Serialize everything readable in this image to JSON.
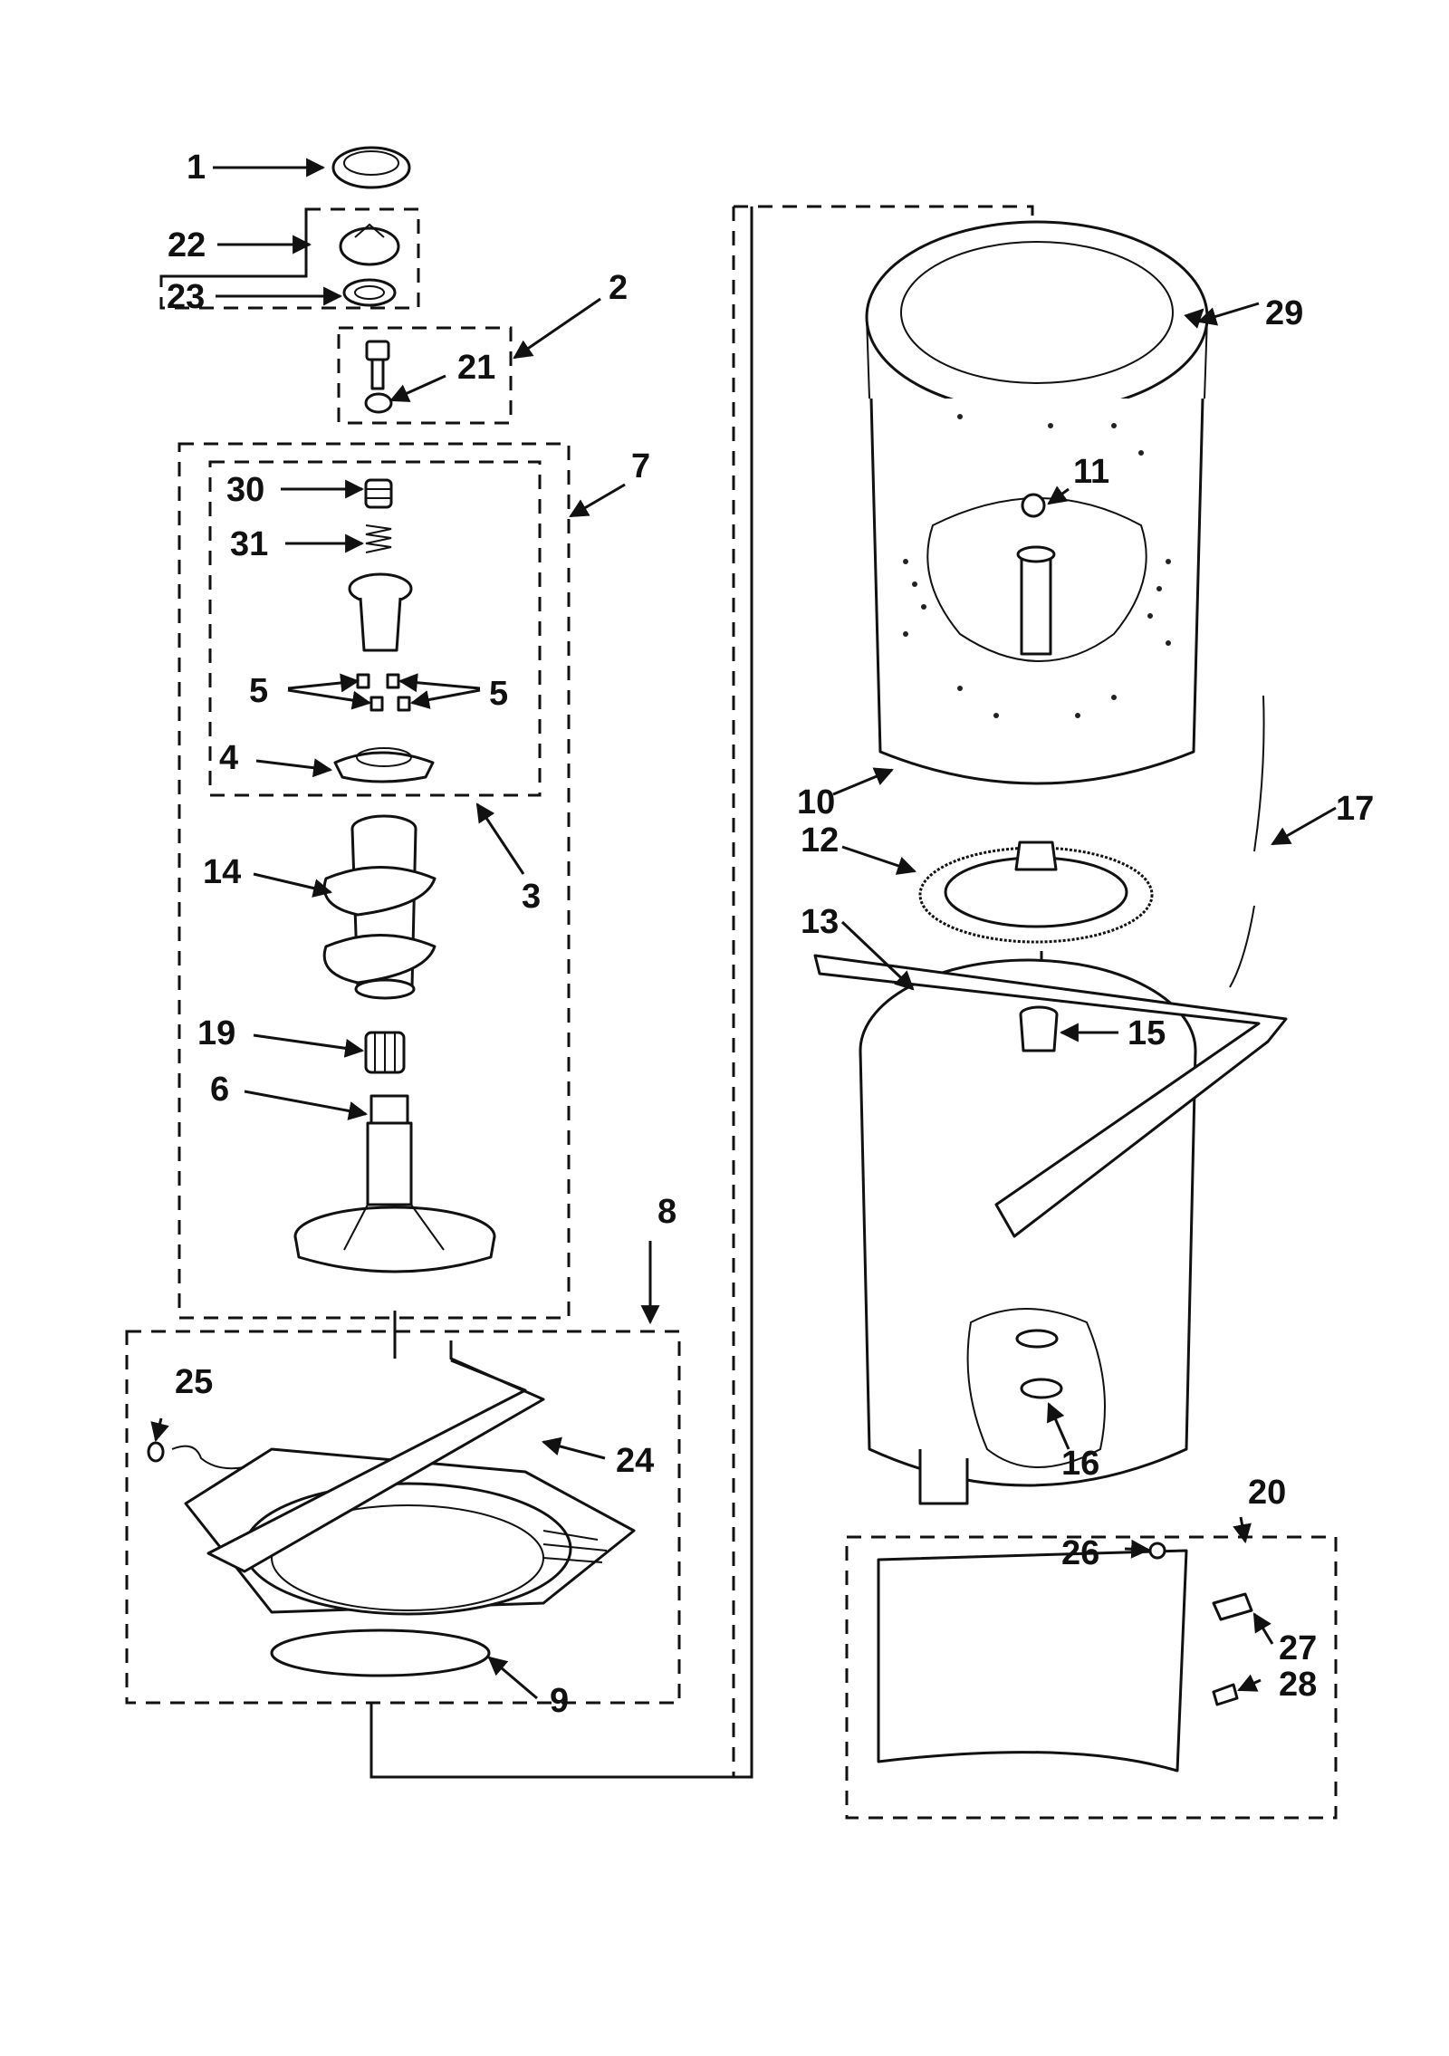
{
  "callouts": {
    "c1": "1",
    "c2": "2",
    "c3": "3",
    "c4": "4",
    "c5a": "5",
    "c5b": "5",
    "c6": "6",
    "c7": "7",
    "c8": "8",
    "c9": "9",
    "c10": "10",
    "c11": "11",
    "c12": "12",
    "c13": "13",
    "c14": "14",
    "c15": "15",
    "c16": "16",
    "c17": "17",
    "c19": "19",
    "c20": "20",
    "c21": "21",
    "c22": "22",
    "c23": "23",
    "c24": "24",
    "c25": "25",
    "c26": "26",
    "c27": "27",
    "c28": "28",
    "c29": "29",
    "c30": "30",
    "c31": "31"
  }
}
